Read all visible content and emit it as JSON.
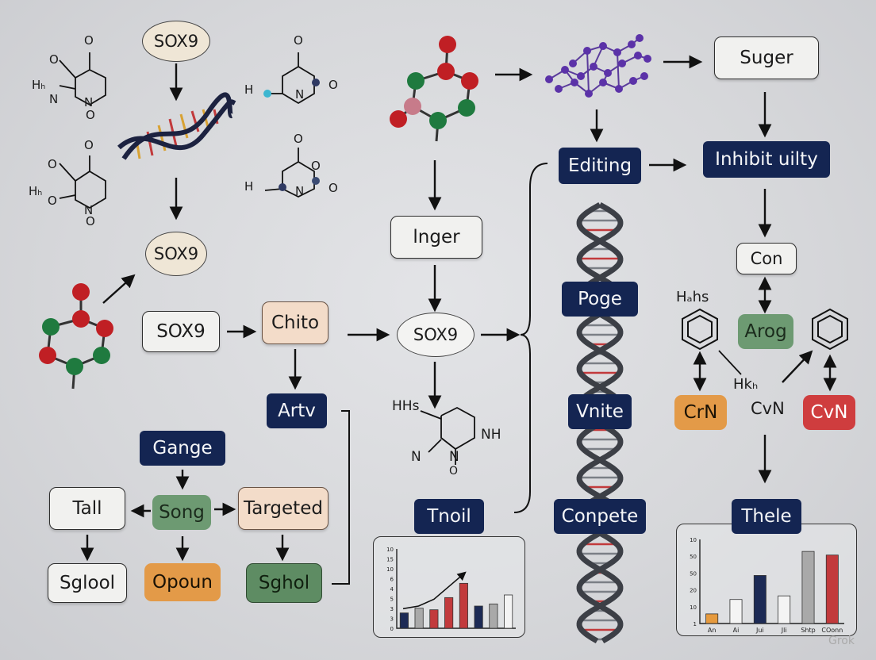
{
  "labels": {
    "sox9_top": "SOX9",
    "sox9_left_ellipse": "SOX9",
    "sox9_box": "SOX9",
    "sox9_center": "SOX9",
    "chito": "Chito",
    "artv": "Artv",
    "gange": "Gange",
    "tall": "Tall",
    "song": "Song",
    "targeted": "Targeted",
    "sglool": "Sglool",
    "opoun": "Opoun",
    "sghol": "Sghol",
    "inger": "lnger",
    "tnoil": "Tnoil",
    "editing": "Editing",
    "poge": "Poge",
    "vnite": "Vnite",
    "conpete": "Conpete",
    "suger": "Suger",
    "inhibit": "Inhibit uilty",
    "con": "Con",
    "arog": "Arog",
    "crn": "CrN",
    "cvn_mid": "CvN",
    "cvn_red": "CvN",
    "thele": "Thele",
    "watermark": "Grok"
  },
  "chem": {
    "o1": "O",
    "o2": "O",
    "h1": "Hₕ",
    "n1": "N",
    "n2": "N",
    "o3": "O",
    "o4": "O",
    "o5": "O",
    "h2": "Hₕ",
    "o6": "O",
    "n3": "N",
    "o7": "O",
    "hn_a": "H",
    "n_a": "N",
    "o_a": "O",
    "o_a2": "O",
    "hn_b": "H",
    "n_b": "N",
    "o_b": "O",
    "o_b2": "O",
    "o_b3": "O",
    "hs": "HHs",
    "nh": "NH",
    "n_c": "N",
    "n_c2": "N",
    "o_c": "O",
    "hhs": "Hₐhs",
    "hk": "Hkₕ"
  },
  "colors": {
    "navy": "#142552",
    "sage": "#6d9a72",
    "orange": "#e39a48",
    "red": "#cf3d3e",
    "peach": "#f3dcc9",
    "bar_navy": "#1c2a55",
    "bar_red": "#c23a3c",
    "bar_gray": "#a9a9a9",
    "bar_orange": "#e69a3e"
  },
  "chart_data": [
    {
      "type": "bar",
      "title": "",
      "xlabel": "",
      "ylabel": "",
      "y_ticks": [
        "10",
        "15",
        "10",
        "6",
        "4",
        "5",
        "3",
        "3",
        "0"
      ],
      "ylim": [
        0,
        15
      ],
      "bars": [
        {
          "value": 2.9,
          "color": "#1c2a55"
        },
        {
          "value": 3.8,
          "color": "#a9a9a9"
        },
        {
          "value": 3.5,
          "color": "#c23a3c"
        },
        {
          "value": 5.8,
          "color": "#c23a3c"
        },
        {
          "value": 8.5,
          "color": "#c23a3c"
        },
        {
          "value": 4.2,
          "color": "#1c2a55"
        },
        {
          "value": 4.6,
          "color": "#a9a9a9"
        },
        {
          "value": 6.3,
          "color": "#f4f4f4"
        }
      ],
      "trend": [
        3.7,
        4.2,
        5.5,
        8.0,
        10.5
      ]
    },
    {
      "type": "bar",
      "title": "Thele",
      "xlabel": "",
      "ylabel": "",
      "y_ticks": [
        "10",
        "50",
        "50",
        "20",
        "10",
        "1"
      ],
      "categories": [
        "An",
        "Ai",
        "Jui",
        "Jli",
        "Shtp",
        "COonn"
      ],
      "ylim": [
        0,
        70
      ],
      "bars": [
        {
          "value": 8,
          "color": "#e69a3e"
        },
        {
          "value": 20,
          "color": "#f4f4f4"
        },
        {
          "value": 40,
          "color": "#1c2a55"
        },
        {
          "value": 23,
          "color": "#f4f4f4"
        },
        {
          "value": 60,
          "color": "#a9a9a9"
        },
        {
          "value": 57,
          "color": "#c23a3c"
        }
      ]
    }
  ]
}
